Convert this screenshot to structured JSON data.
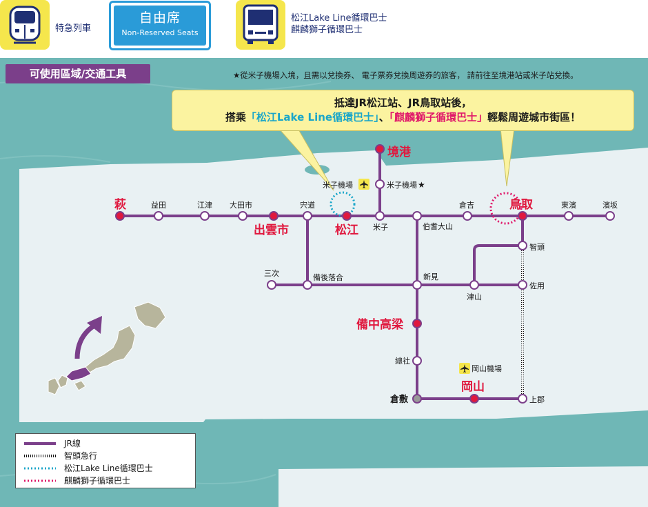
{
  "header": {
    "limited_express_label": "特急列車",
    "seat_zh": "自由席",
    "seat_en": "Non-Reserved Seats",
    "bus_label_1": "松江Lake Line循環巴士",
    "bus_label_2": "麒麟獅子循環巴士"
  },
  "region_label": "可使用區域/交通工具",
  "note": "★從米子機場入境，且需以兌換券、 電子票券兌換周遊券的旅客， 請前往至境港站或米子站兌換。",
  "callout": {
    "line1": "抵達JR松江站、JR鳥取站後，",
    "line2_prefix": "搭乘",
    "line2_cyan": "「松江Lake Line循環巴士」",
    "line2_sep": "、",
    "line2_pink": "「麒麟獅子循環巴士」",
    "line2_suffix": "輕鬆周遊城市街區！"
  },
  "stations": {
    "hagi": "萩",
    "masuda": "益田",
    "gotsu": "江津",
    "odashi": "大田市",
    "izumoshi": "出雲市",
    "shinji": "宍道",
    "matsue": "松江",
    "yonago": "米子",
    "sakaiminato": "境港",
    "yonago_airport_jr": "米子機場",
    "yonago_airport": "米子機場",
    "hokidaisen": "伯耆大山",
    "kurayoshi": "倉吉",
    "tottori": "鳥取",
    "hamamura": "東濱",
    "iwami": "濱坂",
    "chizu": "智頭",
    "sayo": "佐用",
    "tsuyama": "津山",
    "niimi": "新見",
    "bingo_ochiai": "備後落合",
    "miyoshi": "三次",
    "bitchu_takahashi": "備中高梁",
    "soja": "總社",
    "kurashiki": "倉敷",
    "okayama": "岡山",
    "kamigori": "上郡",
    "okayama_airport": "岡山機場"
  },
  "airport_star": "★",
  "legend": {
    "jr": "JR線",
    "chizu_express": "智頭急行",
    "lake_line": "松江Lake Line循環巴士",
    "kirin": "麒麟獅子循環巴士"
  },
  "colors": {
    "jr_line": "#7b3f8a",
    "major_station": "#e0183e",
    "lake_line_bus": "#1aa6c9",
    "kirin_bus": "#e0186a",
    "sea": "#6fb7b6",
    "land": "#e9f1f3",
    "callout_bg": "#fbf3a0",
    "seat_badge": "#2a9bd8"
  }
}
